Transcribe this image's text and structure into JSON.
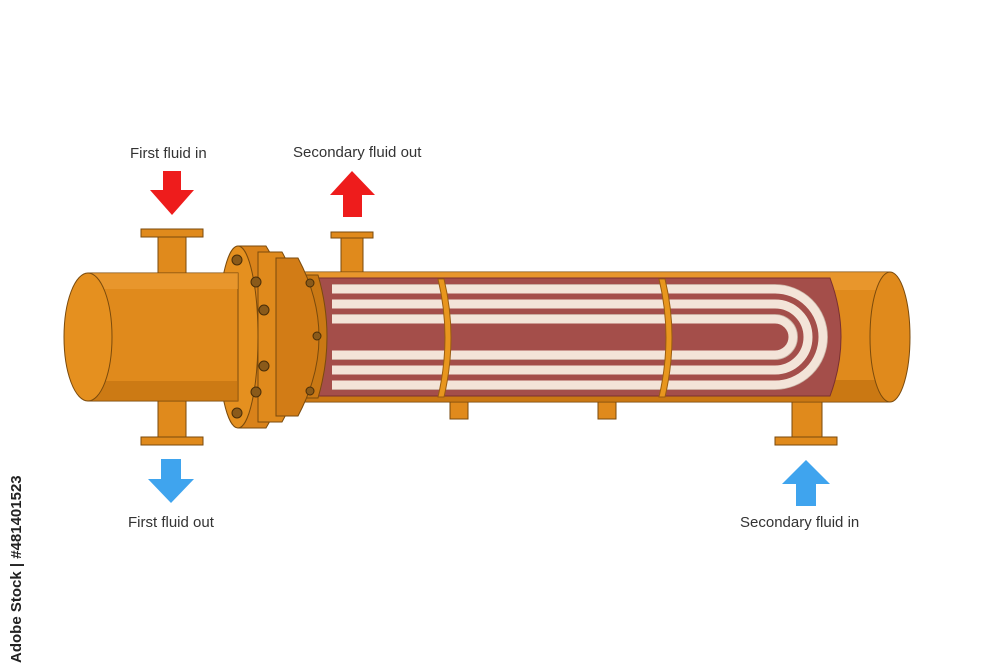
{
  "labels": {
    "first_in": "First fluid in",
    "first_out": "First fluid out",
    "secondary_out": "Secondary fluid out",
    "secondary_in": "Secondary fluid in"
  },
  "watermark": "Adobe Stock | #481401523",
  "colors": {
    "shell": "#e08a1c",
    "shell_dark": "#b86a0c",
    "shell_light": "#eea03a",
    "interior": "#a44e4a",
    "tube": "#f3e4d8",
    "arrow_in_first": "#ee1c1c",
    "arrow_blue": "#3fa4ee",
    "outline": "#5a3a10"
  },
  "icons": {
    "first_in": "arrow-down-icon",
    "first_out": "arrow-down-icon",
    "secondary_out": "arrow-up-icon",
    "secondary_in": "arrow-up-icon"
  }
}
